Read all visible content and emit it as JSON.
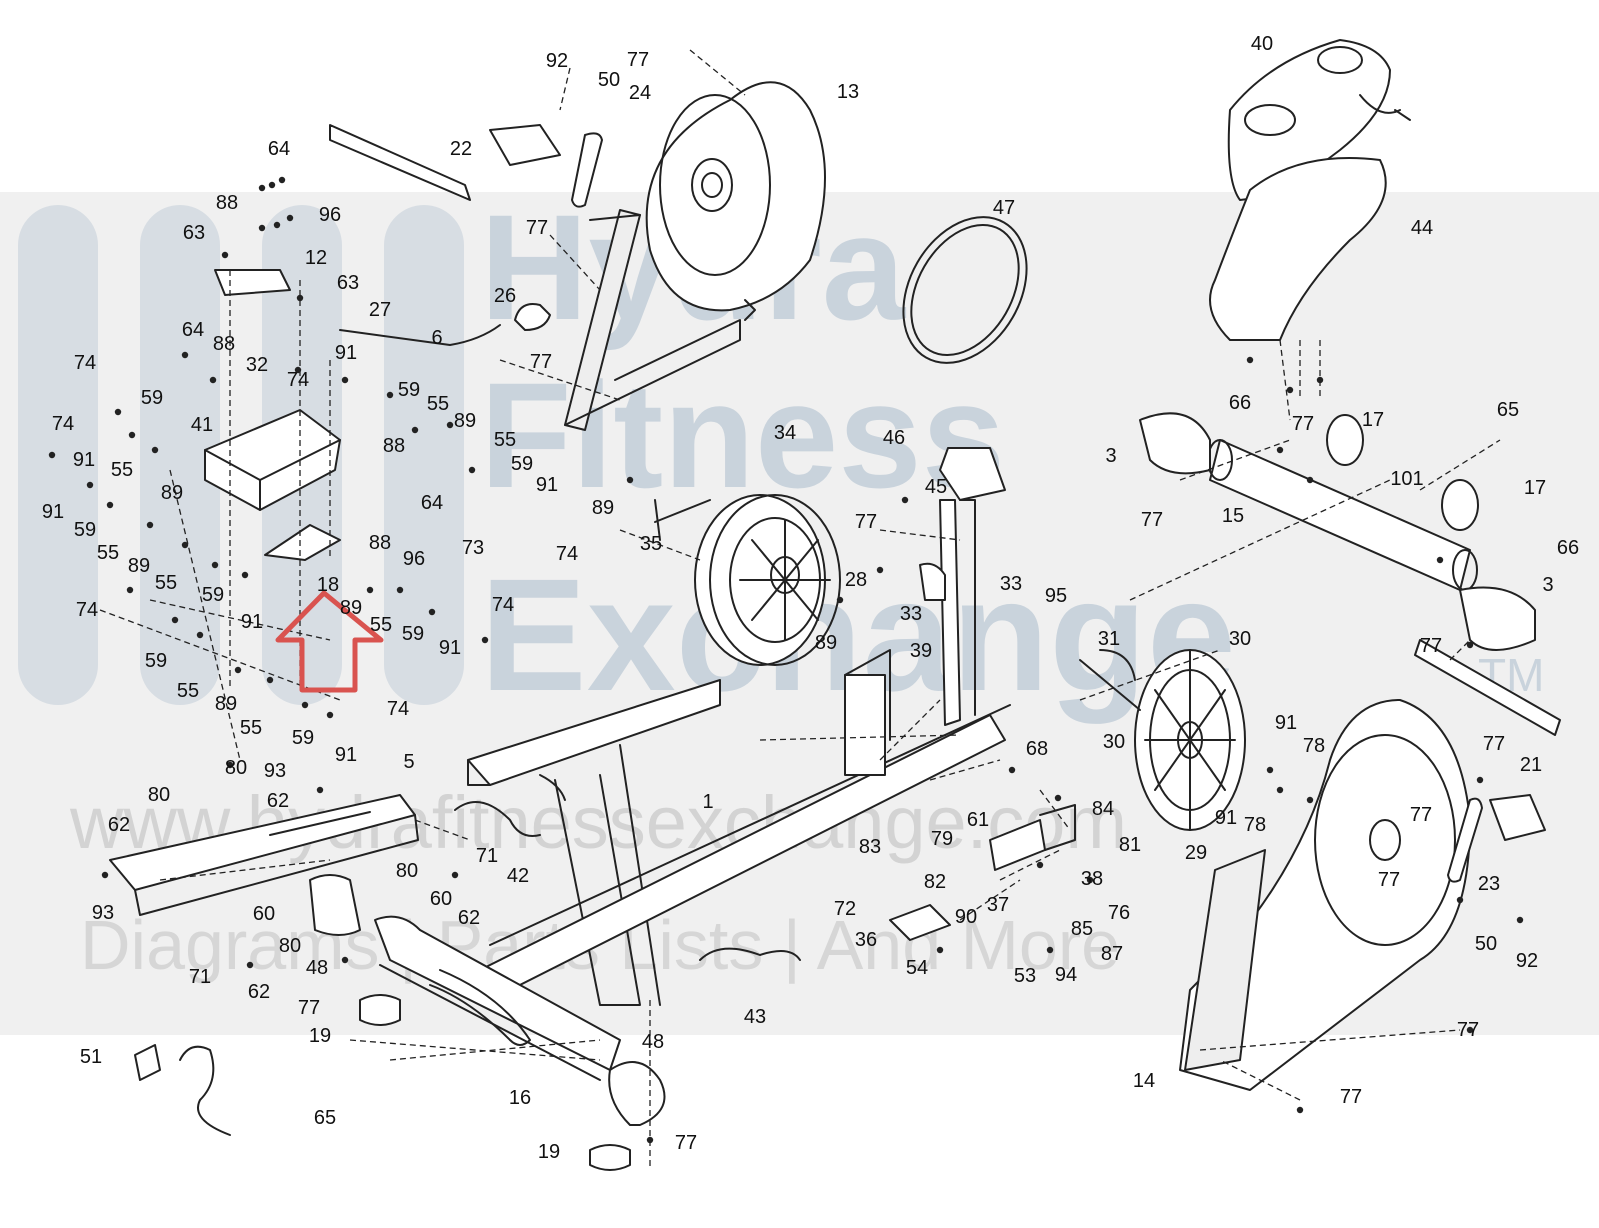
{
  "watermark": {
    "line1": "Hydra",
    "line2": "Fitness",
    "line3": "Exchange",
    "tm": "TM",
    "url": "www.hydrafitnessexchange.com",
    "tagline": "Diagrams | Parts Lists | And More"
  },
  "colors": {
    "line": "#222222",
    "watermark_band": "#e4e4e4",
    "watermark_text": "#c9d3dc",
    "highlight_arrow": "#d9534f"
  },
  "highlight": {
    "icon": "up-arrow-icon",
    "target_part": "18"
  },
  "part_labels": {
    "p92a": "92",
    "p77a": "77",
    "p50a": "50",
    "p24": "24",
    "p13": "13",
    "p40": "40",
    "p64a": "64",
    "p22": "22",
    "p88a": "88",
    "p96a": "96",
    "p63a": "63",
    "p12": "12",
    "p77b": "77",
    "p47": "47",
    "p44": "44",
    "p26": "26",
    "p63b": "63",
    "p27": "27",
    "p64b": "64",
    "p88b": "88",
    "p6": "6",
    "p91a": "91",
    "p77c": "77",
    "p74a": "74",
    "p32": "32",
    "p59a": "59",
    "p55a": "55",
    "p74b": "74",
    "p59b": "59",
    "p89a": "89",
    "p74c": "74",
    "p41": "41",
    "p55b": "55",
    "p91b": "91",
    "p55c": "55",
    "p89b": "89",
    "p88c": "88",
    "p59c": "59",
    "p91c": "91",
    "p64c": "64",
    "p34": "34",
    "p46": "46",
    "p45": "45",
    "p66a": "66",
    "p3a": "3",
    "p17a": "17",
    "p65a": "65",
    "p77d": "77",
    "p91d": "91",
    "p59d": "59",
    "p89c": "89",
    "p74d": "74",
    "p88d": "88",
    "p73": "73",
    "p55d": "55",
    "p89d": "89",
    "p96b": "96",
    "p35": "35",
    "p77e": "77",
    "p101": "101",
    "p15": "15",
    "p17b": "17",
    "p77f": "77",
    "p55e": "55",
    "p59e": "59",
    "p18": "18",
    "p89e": "89",
    "p28": "28",
    "p33a": "33",
    "p33b": "33",
    "p95": "95",
    "p66b": "66",
    "p3b": "3",
    "p74e": "74",
    "p91e": "91",
    "p55f": "55",
    "p59f": "59",
    "p91f": "91",
    "p74f": "74",
    "p89f": "89",
    "p39": "39",
    "p31": "31",
    "p30a": "30",
    "p77g": "77",
    "p59g": "59",
    "p55g": "55",
    "p89g": "89",
    "p55h": "55",
    "p59h": "59",
    "p91g": "91",
    "p74g": "74",
    "p30b": "30",
    "p91h": "91",
    "p78a": "78",
    "p77h": "77",
    "p21": "21",
    "p80a": "80",
    "p93a": "93",
    "p5": "5",
    "p62a": "62",
    "p80b": "80",
    "p68": "68",
    "p62b": "62",
    "p1": "1",
    "p61": "61",
    "p84": "84",
    "p91i": "91",
    "p78b": "78",
    "p77i": "77",
    "p71a": "71",
    "p83": "83",
    "p79": "79",
    "p81": "81",
    "p80c": "80",
    "p42": "42",
    "p29": "29",
    "p82": "82",
    "p38": "38",
    "p93b": "93",
    "p60a": "60",
    "p62c": "62",
    "p77j": "77",
    "p23": "23",
    "p72": "72",
    "p37": "37",
    "p76": "76",
    "p60b": "60",
    "p90": "90",
    "p85": "85",
    "p80d": "80",
    "p36": "36",
    "p48a": "48",
    "p71b": "71",
    "p87": "87",
    "p50b": "50",
    "p92b": "92",
    "p62d": "62",
    "p54": "54",
    "p53": "53",
    "p94": "94",
    "p77k": "77",
    "p43": "43",
    "p19a": "19",
    "p48b": "48",
    "p77l": "77",
    "p51": "51",
    "p14": "14",
    "p77m": "77",
    "p65b": "65",
    "p16": "16",
    "p19b": "19",
    "p77n": "77"
  }
}
